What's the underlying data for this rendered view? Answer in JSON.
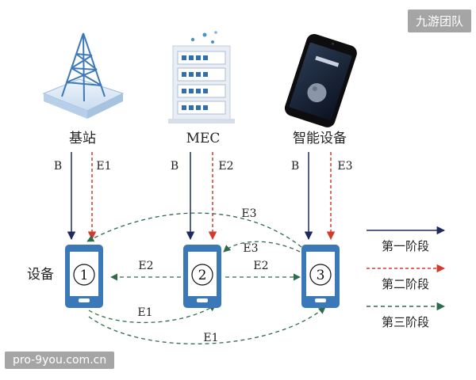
{
  "nodes": {
    "base_station": "基站",
    "mec": "MEC",
    "smart_device": "智能设备",
    "device_row": "设备"
  },
  "devices": [
    "1",
    "2",
    "3"
  ],
  "edges": {
    "b": "B",
    "e1": "E1",
    "e2": "E2",
    "e3": "E3"
  },
  "legend": {
    "stage1": "第一阶段",
    "stage2": "第二阶段",
    "stage3": "第三阶段"
  },
  "watermarks": {
    "top": "九游团队",
    "bottom": "pro-9you.com.cn"
  },
  "colors": {
    "stage1": "#1f2a5c",
    "stage2": "#d23a2c",
    "stage3": "#2f6b4a",
    "phone": "#3a78b7"
  }
}
